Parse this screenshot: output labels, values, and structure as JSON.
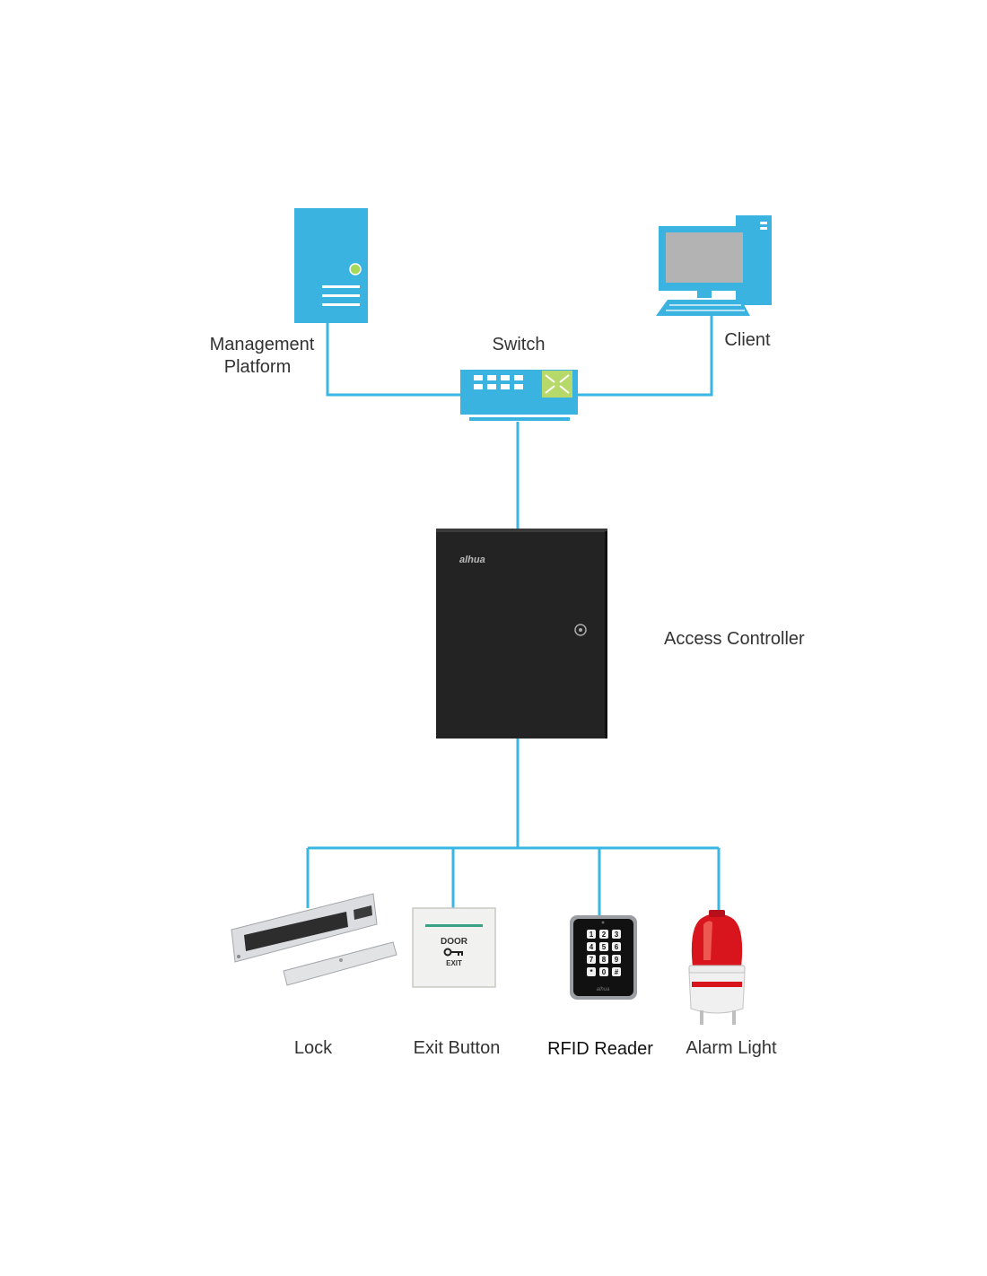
{
  "colors": {
    "accent": "#3bb3e0",
    "line": "#3ab6e2",
    "controller": "#232323",
    "alarm": "#d8141c"
  },
  "labels": {
    "management_platform_line1": "Management",
    "management_platform_line2": "Platform",
    "switch": "Switch",
    "client": "Client",
    "access_controller": "Access Controller",
    "lock": "Lock",
    "exit_button": "Exit Button",
    "rfid_reader": "RFID Reader",
    "alarm_light": "Alarm Light"
  },
  "devices": {
    "controller_brand": "alhua",
    "exit_button_text_top": "DOOR",
    "exit_button_text_bottom": "EXIT",
    "keypad_keys": [
      "1",
      "2",
      "3",
      "4",
      "5",
      "6",
      "7",
      "8",
      "9",
      "*",
      "0",
      "#"
    ]
  },
  "icons": [
    "server-icon",
    "switch-icon",
    "computer-icon",
    "access-controller-icon",
    "magnetic-lock-icon",
    "exit-button-icon",
    "rfid-reader-icon",
    "alarm-light-icon"
  ]
}
